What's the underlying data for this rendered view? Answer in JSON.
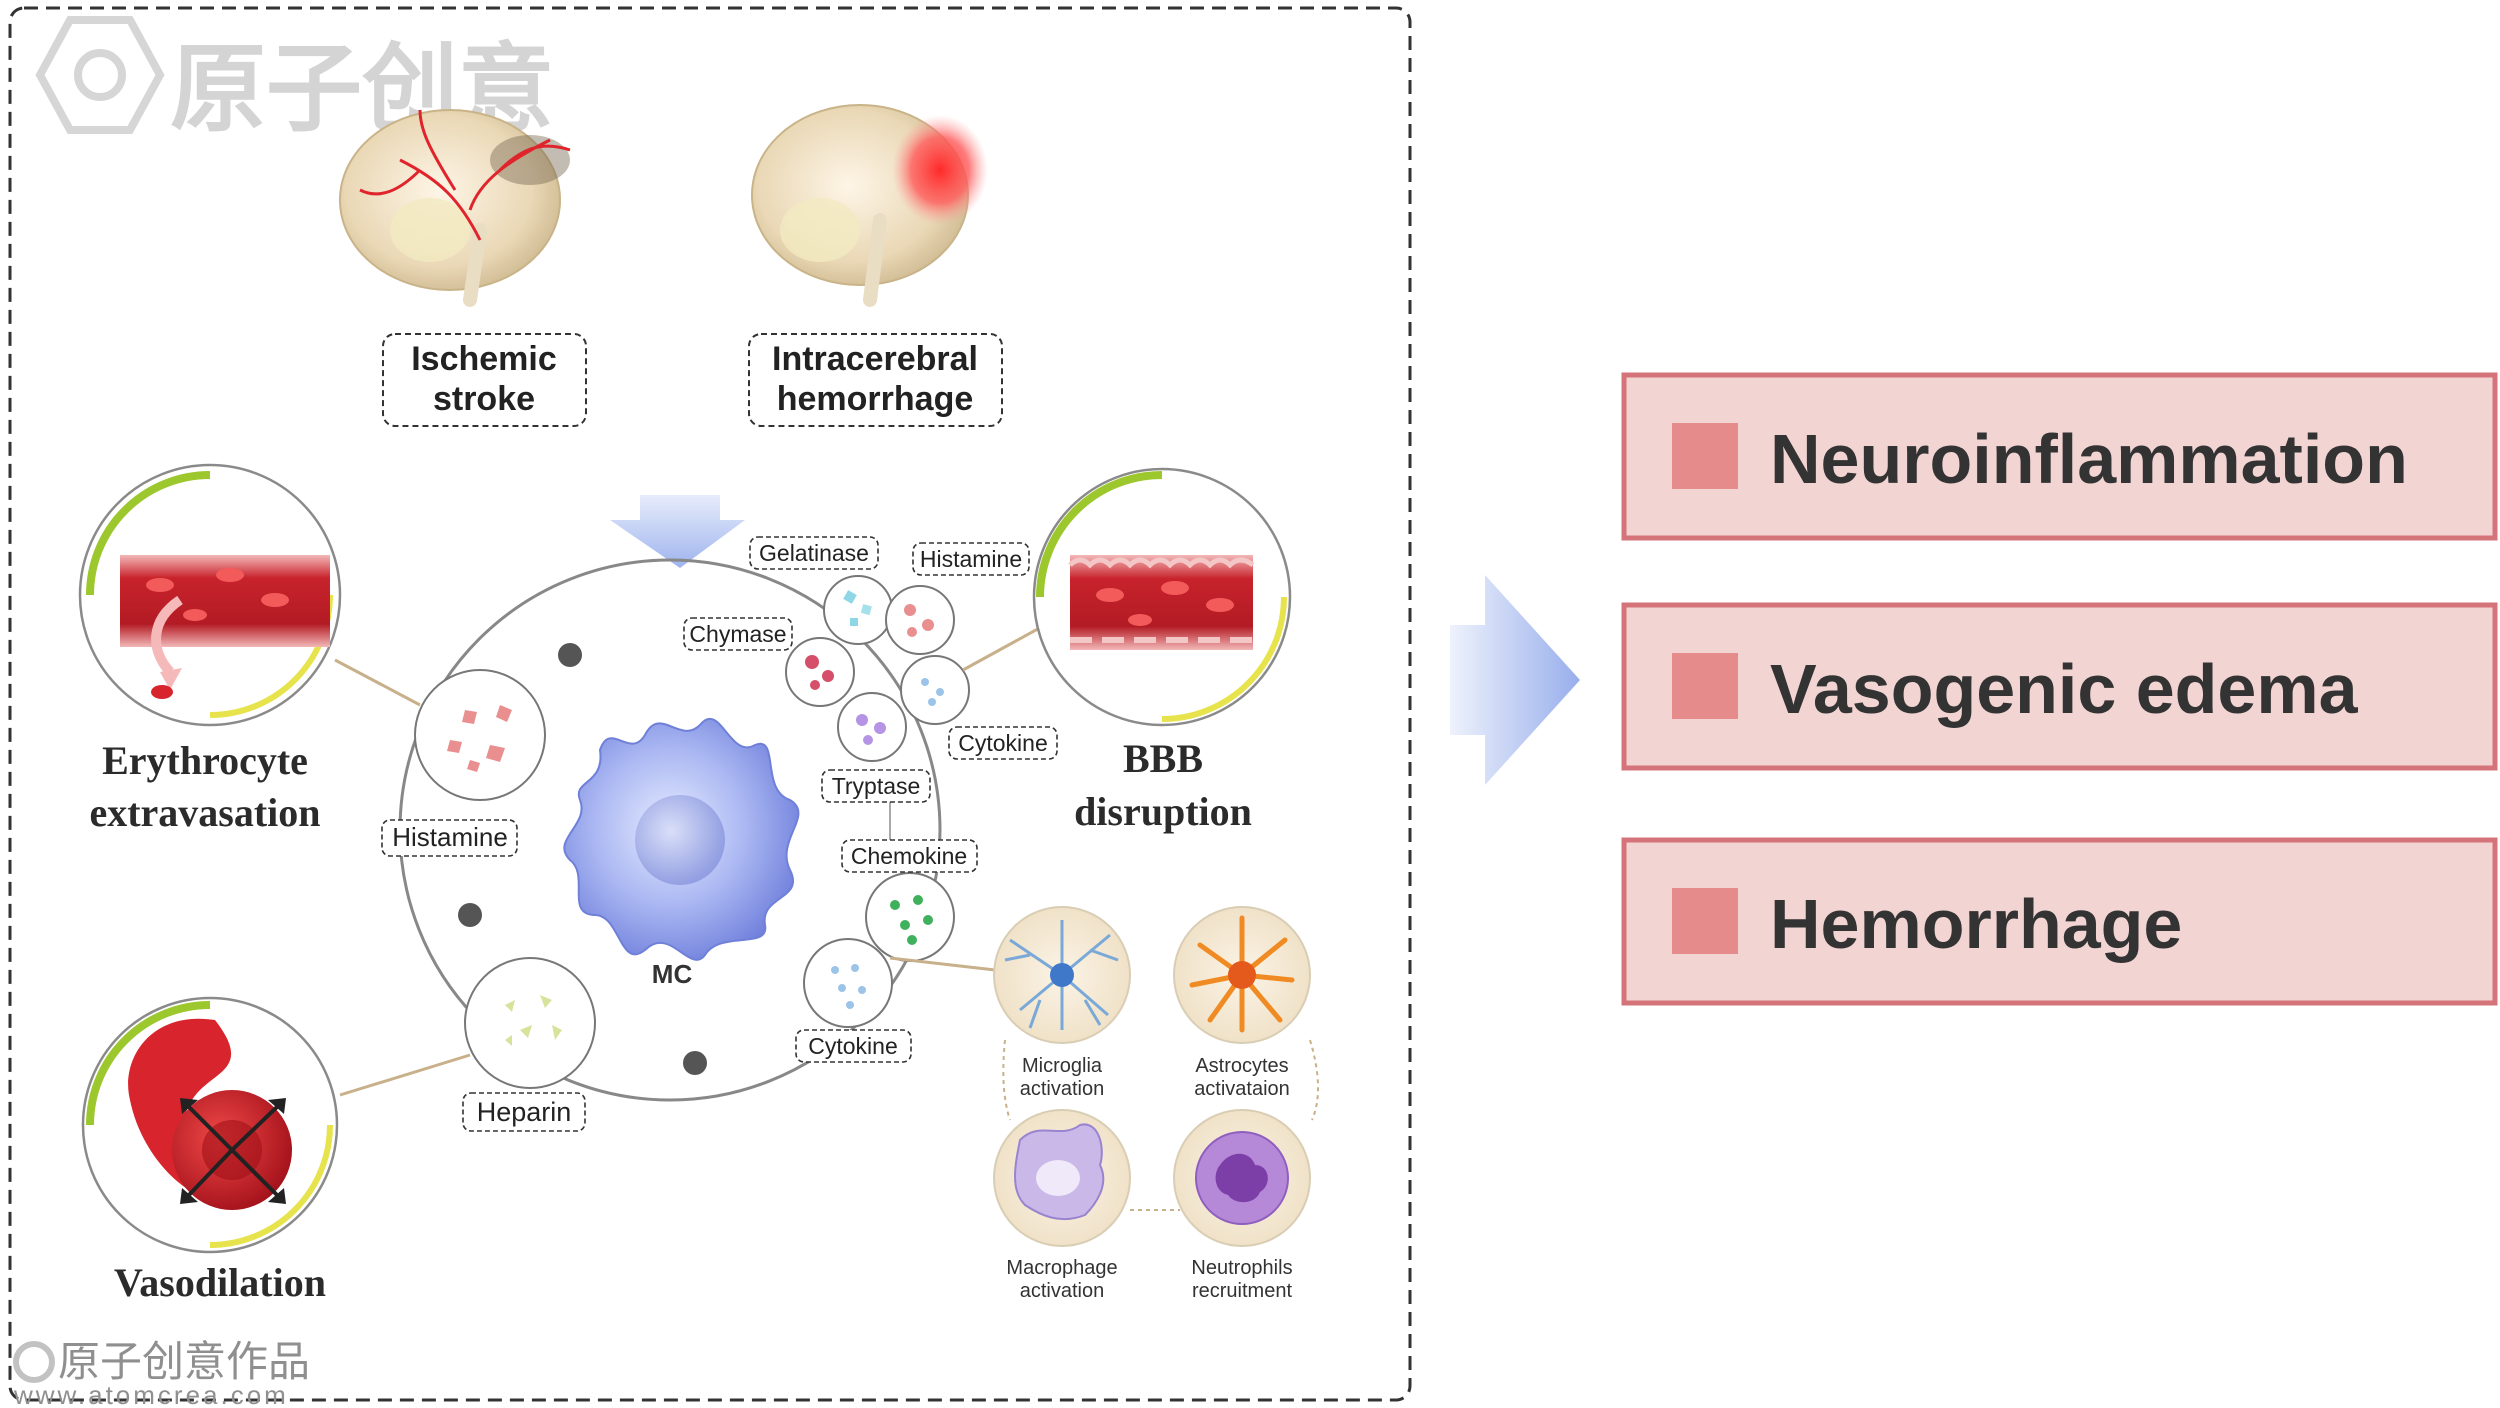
{
  "watermark": {
    "top": "原子创意",
    "bottom": "原子创意作品",
    "bottom_url": "www.atomcrea.com"
  },
  "triggers": [
    {
      "line1": "Ischemic",
      "line2": "stroke",
      "icon": "brain-ischemic-icon"
    },
    {
      "line1": "Intracerebral",
      "line2": "hemorrhage",
      "icon": "brain-hemorrhage-icon"
    }
  ],
  "center": {
    "label": "MC",
    "icon": "mast-cell-icon"
  },
  "mediators": {
    "gelatinase": "Gelatinase",
    "histamine_top": "Histamine",
    "chymase": "Chymase",
    "cytokine_top": "Cytokine",
    "tryptase": "Tryptase",
    "chemokine": "Chemokine",
    "cytokine_bottom": "Cytokine",
    "histamine_left": "Histamine",
    "heparin": "Heparin"
  },
  "effects": {
    "erythrocyte": {
      "line1": "Erythrocyte",
      "line2": "extravasation"
    },
    "bbb": {
      "line1": "BBB",
      "line2": "disruption"
    },
    "vasodilation": {
      "line1": "Vasodilation"
    }
  },
  "cells": [
    {
      "line1": "Microglia",
      "line2": "activation",
      "icon": "microglia-icon"
    },
    {
      "line1": "Astrocytes",
      "line2": "activataion",
      "icon": "astrocyte-icon"
    },
    {
      "line1": "Macrophage",
      "line2": "activation",
      "icon": "macrophage-icon"
    },
    {
      "line1": "Neutrophils",
      "line2": "recruitment",
      "icon": "neutrophil-icon"
    }
  ],
  "outcomes": [
    "Neuroinflammation",
    "Vasogenic edema",
    "Hemorrhage"
  ],
  "colors": {
    "outcome_fill": "#f2d4d3",
    "outcome_border": "#d5737a",
    "outcome_square": "#e58b8b",
    "arrow": "#a9b9ef",
    "ring_green": "#9cc82e",
    "ring_yellow": "#e7e34c",
    "blood": "#c8232c"
  }
}
